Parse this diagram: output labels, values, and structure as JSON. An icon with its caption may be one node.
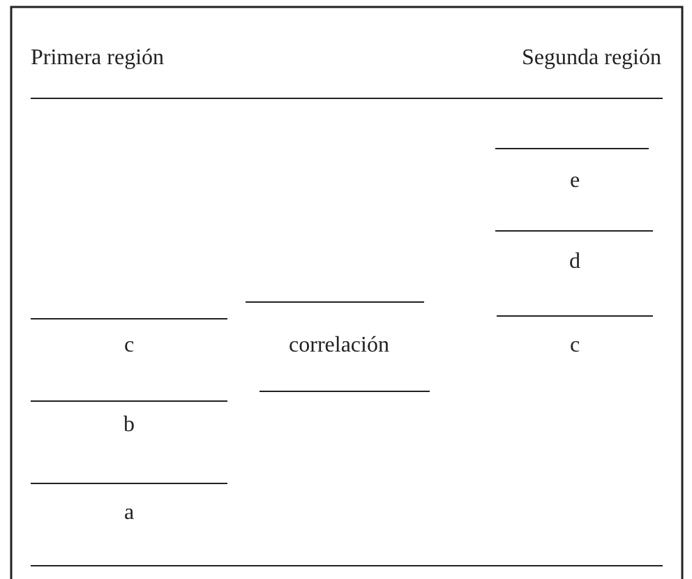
{
  "diagram": {
    "labels": [
      "Primera región",
      "Segunda región",
      "e",
      "d",
      "c",
      "correlación",
      "c",
      "b",
      "a"
    ]
  }
}
